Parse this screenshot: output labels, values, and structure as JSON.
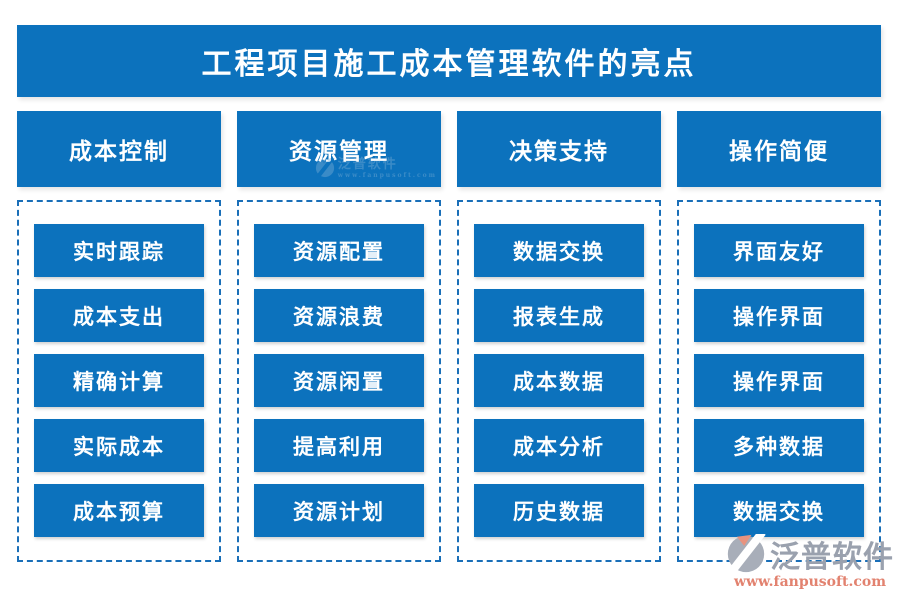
{
  "title": "工程项目施工成本管理软件的亮点",
  "columns": [
    {
      "header": "成本控制",
      "items": [
        "实时跟踪",
        "成本支出",
        "精确计算",
        "实际成本",
        "成本预算"
      ]
    },
    {
      "header": "资源管理",
      "items": [
        "资源配置",
        "资源浪费",
        "资源闲置",
        "提高利用",
        "资源计划"
      ]
    },
    {
      "header": "决策支持",
      "items": [
        "数据交换",
        "报表生成",
        "成本数据",
        "成本分析",
        "历史数据"
      ]
    },
    {
      "header": "操作简便",
      "items": [
        "界面友好",
        "操作界面",
        "操作界面",
        "多种数据",
        "数据交换"
      ]
    }
  ],
  "watermark": {
    "brand": "泛普软件",
    "url": "www.fanpusoft.com"
  },
  "colors": {
    "primary_blue": "#0c72bd",
    "dashed_border_blue": "#1a6fb8",
    "watermark_gray": "#9aa1ae",
    "watermark_red": "#e2826f"
  }
}
